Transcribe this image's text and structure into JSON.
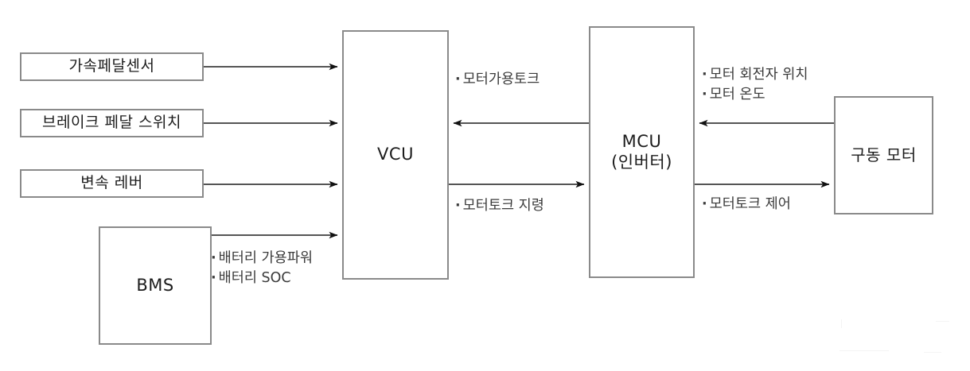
{
  "diagram": {
    "title": "VCU / MCU / Drive Motor control block diagram",
    "line_color": "#8a8a8a",
    "text_color": "#1c1c1c",
    "annotation_color": "#3a3a3a",
    "background": "#ffffff"
  },
  "nodes": {
    "accel_pedal_sensor": "가속페달센서",
    "brake_pedal_switch": "브레이크 페달 스위치",
    "shift_lever": "변속 레버",
    "bms": "BMS",
    "vcu": "VCU",
    "mcu": "MCU\n(인버터)",
    "drive_motor": "구동 모터"
  },
  "annotations": {
    "battery": [
      "배터리 가용파워",
      "배터리 SOC"
    ],
    "available_torque": [
      "모터가용토크"
    ],
    "torque_command": [
      "모터토크 지령"
    ],
    "motor_feedback": [
      "모터 회전자 위치",
      "모터 온도"
    ],
    "torque_control": [
      "모터토크 제어"
    ]
  },
  "connections": [
    {
      "name": "accel-pedal-sensor-to-vcu",
      "from": "accel_pedal_sensor",
      "to": "vcu",
      "direction": "right"
    },
    {
      "name": "brake-pedal-switch-to-vcu",
      "from": "brake_pedal_switch",
      "to": "vcu",
      "direction": "right"
    },
    {
      "name": "shift-lever-to-vcu",
      "from": "shift_lever",
      "to": "vcu",
      "direction": "right"
    },
    {
      "name": "bms-to-vcu",
      "from": "bms",
      "to": "vcu",
      "direction": "right"
    },
    {
      "name": "mcu-to-vcu",
      "from": "mcu",
      "to": "vcu",
      "direction": "left"
    },
    {
      "name": "vcu-to-mcu",
      "from": "vcu",
      "to": "mcu",
      "direction": "right"
    },
    {
      "name": "drive-motor-to-mcu",
      "from": "drive_motor",
      "to": "mcu",
      "direction": "left"
    },
    {
      "name": "mcu-to-drive-motor",
      "from": "mcu",
      "to": "drive_motor",
      "direction": "right"
    }
  ]
}
